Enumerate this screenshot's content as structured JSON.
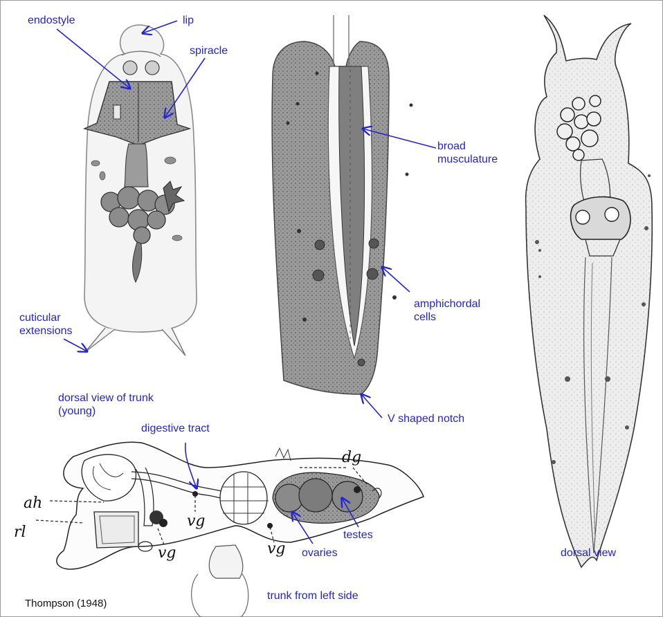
{
  "labels": {
    "endostyle": "endostyle",
    "lip": "lip",
    "spiracle": "spiracle",
    "cuticular": "cuticular\nextensions",
    "dorsal_young": "dorsal view of  trunk\n(young)",
    "broad": "broad\nmusculature",
    "amphichordal": "amphichordal\ncells",
    "vnotch": "V shaped notch",
    "digestive": "digestive tract",
    "testes": "testes",
    "ovaries": "ovaries",
    "trunk_left": "trunk from left side",
    "dorsal_view": "dorsal view"
  },
  "handwritten": {
    "ah": "ah",
    "rl": "rl",
    "vg1": "vg",
    "vg2": "vg",
    "vg3": "vg",
    "dg": "dg"
  },
  "credit": "Thompson (1948)",
  "colors": {
    "label": "#2323d6",
    "ink": "#222222",
    "tissue": "#8a8a8a"
  }
}
